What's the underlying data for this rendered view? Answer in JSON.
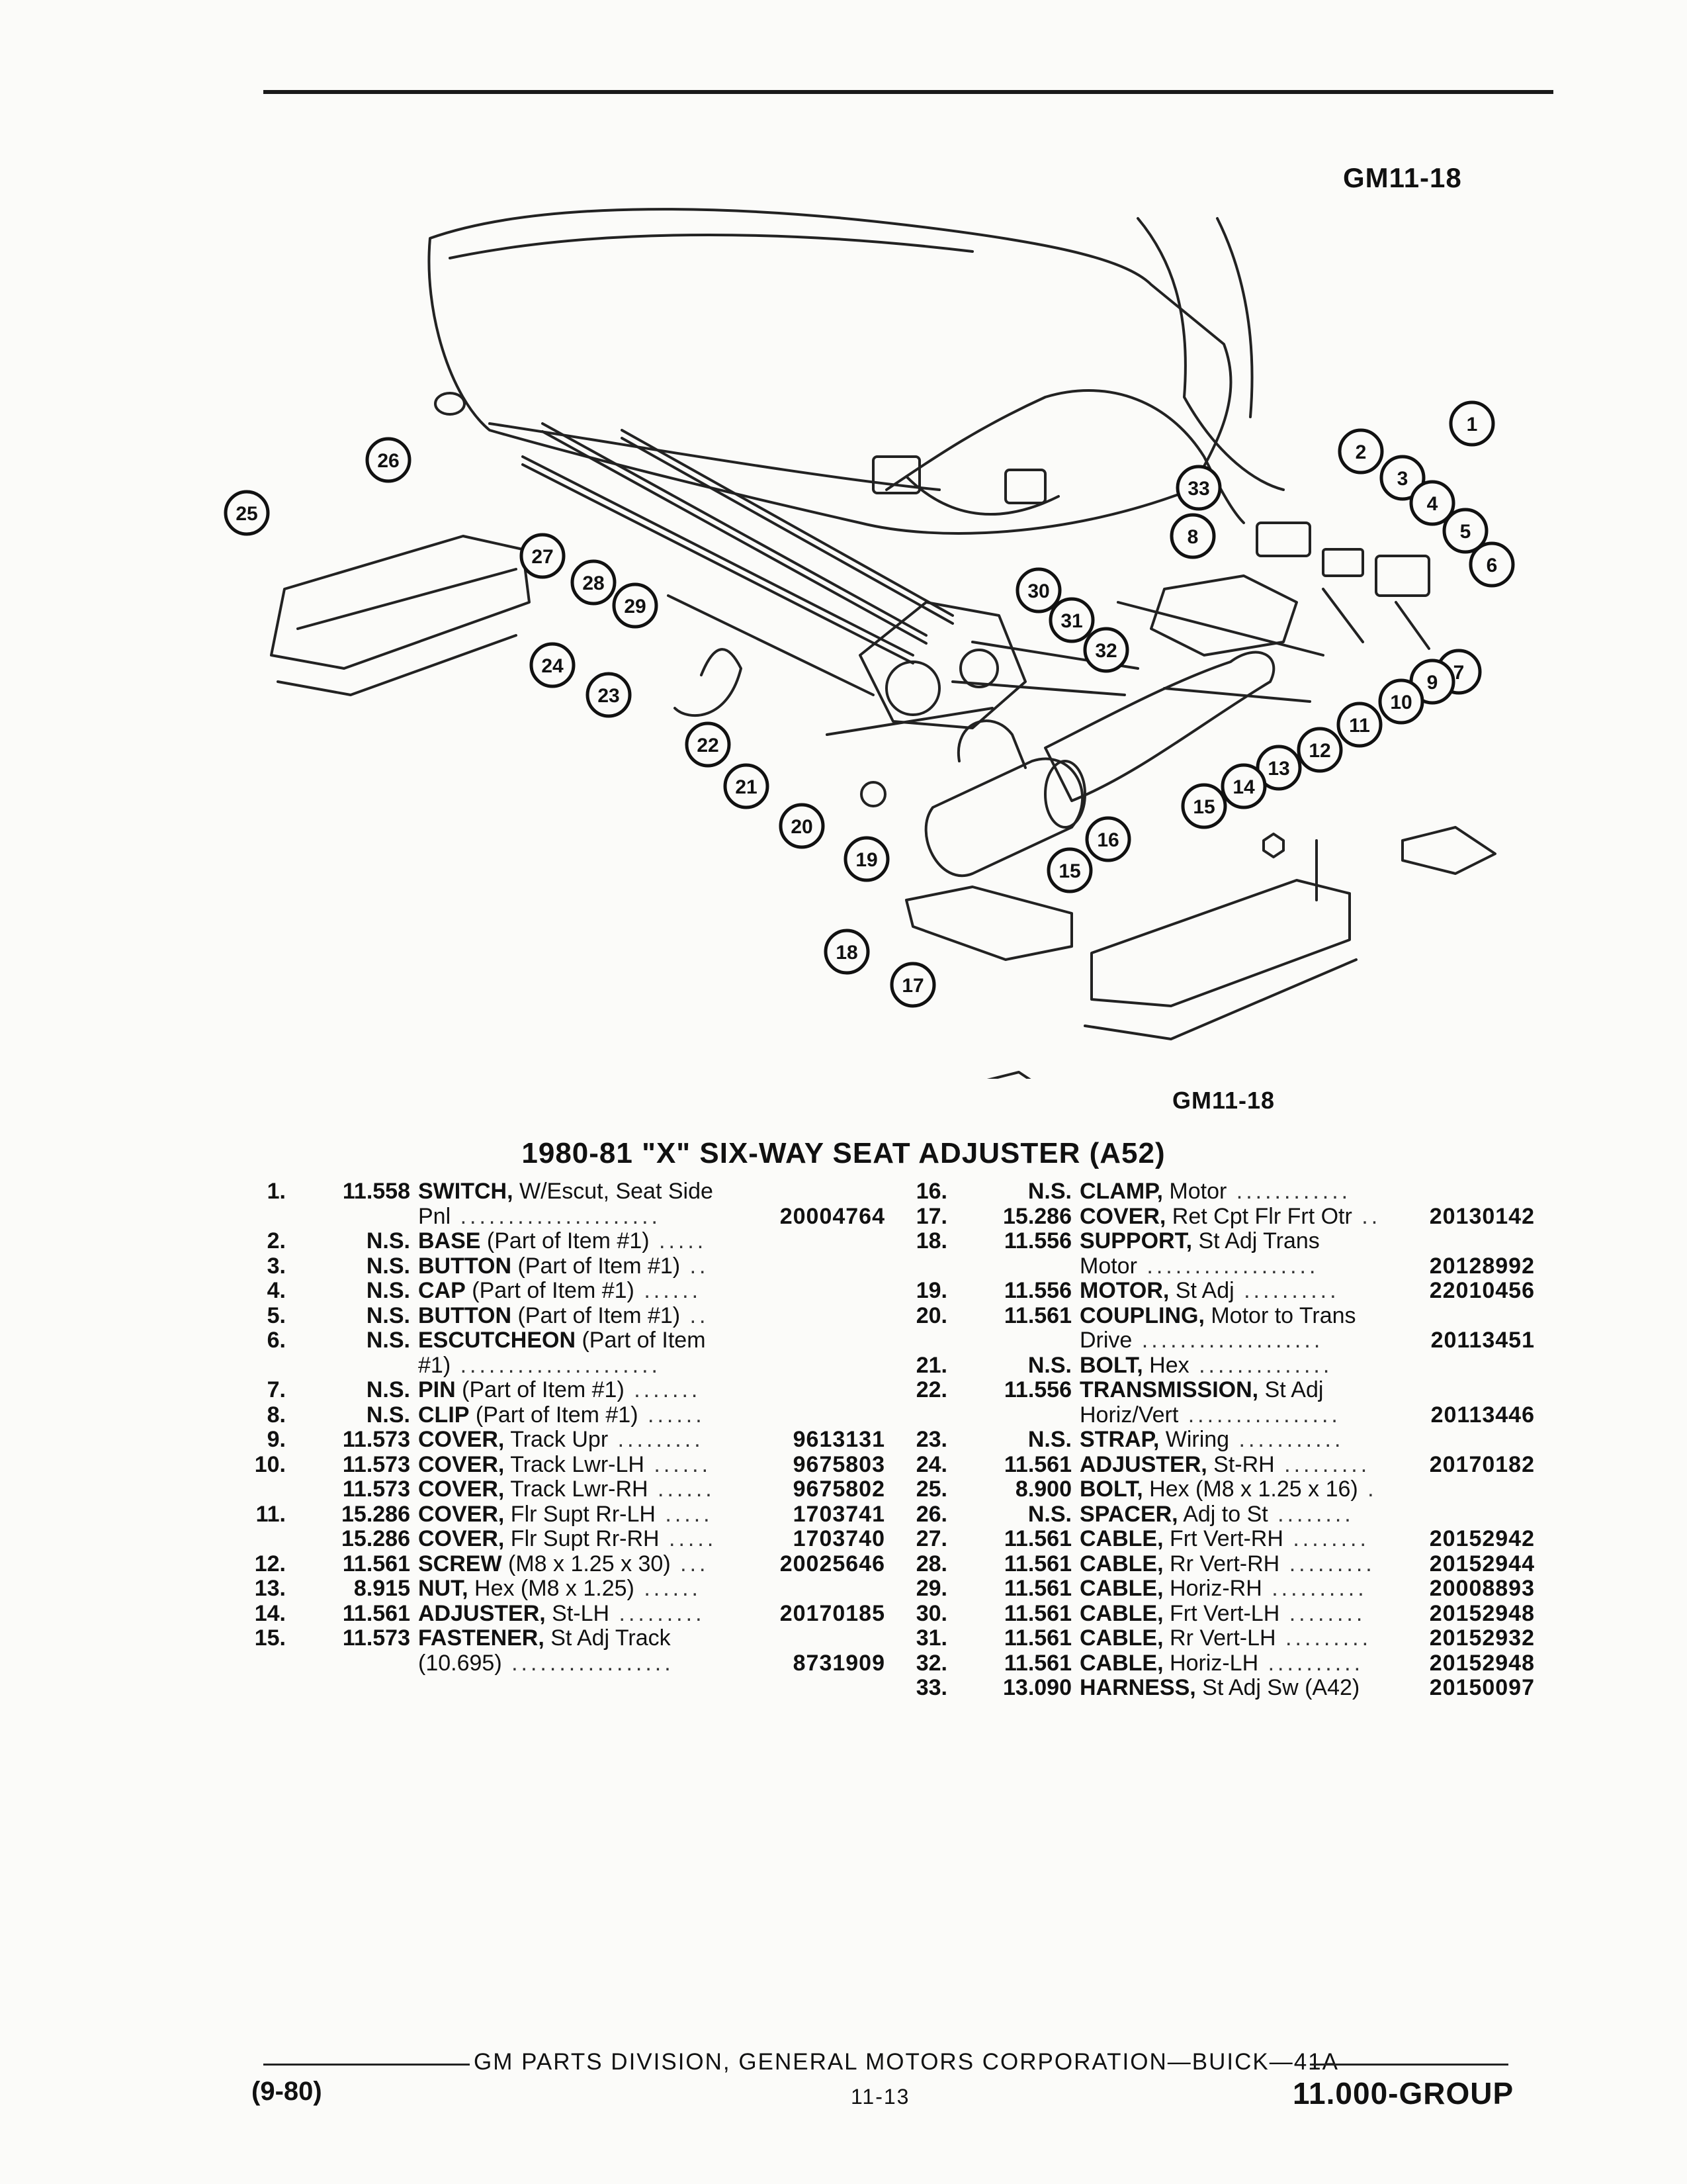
{
  "figure": {
    "code_top": "GM11-18",
    "code_bottom": "GM11-18",
    "callouts": [
      "1",
      "2",
      "3",
      "4",
      "5",
      "6",
      "7",
      "8",
      "9",
      "10",
      "11",
      "12",
      "13",
      "14",
      "15",
      "15",
      "16",
      "17",
      "18",
      "19",
      "20",
      "21",
      "22",
      "23",
      "24",
      "25",
      "26",
      "27",
      "28",
      "29",
      "30",
      "31",
      "32",
      "33"
    ]
  },
  "title": "1980-81 \"X\" SIX-WAY SEAT ADJUSTER (A52)",
  "left_items": [
    {
      "num": "1.",
      "grp": "11.558",
      "name": "SWITCH,",
      "rest": " W/Escut, Seat Side",
      "dots": "",
      "pn": ""
    },
    {
      "num": "",
      "grp": "",
      "name": "",
      "rest": "Pnl",
      "dots": " .....................",
      "pn": "20004764"
    },
    {
      "num": "2.",
      "grp": "N.S.",
      "name": "BASE",
      "rest": " (Part of Item #1)",
      "dots": " .....",
      "pn": ""
    },
    {
      "num": "3.",
      "grp": "N.S.",
      "name": "BUTTON",
      "rest": " (Part of Item #1)",
      "dots": " ..",
      "pn": ""
    },
    {
      "num": "4.",
      "grp": "N.S.",
      "name": "CAP",
      "rest": " (Part of Item #1)",
      "dots": " ......",
      "pn": ""
    },
    {
      "num": "5.",
      "grp": "N.S.",
      "name": "BUTTON",
      "rest": " (Part of Item #1)",
      "dots": " ..",
      "pn": ""
    },
    {
      "num": "6.",
      "grp": "N.S.",
      "name": "ESCUTCHEON",
      "rest": " (Part of Item",
      "dots": "",
      "pn": ""
    },
    {
      "num": "",
      "grp": "",
      "name": "",
      "rest": "#1)",
      "dots": " .....................",
      "pn": ""
    },
    {
      "num": "7.",
      "grp": "N.S.",
      "name": "PIN",
      "rest": " (Part of Item #1)",
      "dots": " .......",
      "pn": ""
    },
    {
      "num": "8.",
      "grp": "N.S.",
      "name": "CLIP",
      "rest": " (Part of Item #1)",
      "dots": " ......",
      "pn": ""
    },
    {
      "num": "9.",
      "grp": "11.573",
      "name": "COVER,",
      "rest": " Track Upr",
      "dots": " .........",
      "pn": "9613131"
    },
    {
      "num": "10.",
      "grp": "11.573",
      "name": "COVER,",
      "rest": " Track Lwr-LH",
      "dots": " ......",
      "pn": "9675803"
    },
    {
      "num": "",
      "grp": "11.573",
      "name": "COVER,",
      "rest": " Track Lwr-RH",
      "dots": " ......",
      "pn": "9675802"
    },
    {
      "num": "11.",
      "grp": "15.286",
      "name": "COVER,",
      "rest": " Flr Supt Rr-LH",
      "dots": " .....",
      "pn": "1703741"
    },
    {
      "num": "",
      "grp": "15.286",
      "name": "COVER,",
      "rest": " Flr Supt Rr-RH",
      "dots": " .....",
      "pn": "1703740"
    },
    {
      "num": "12.",
      "grp": "11.561",
      "name": "SCREW",
      "rest": " (M8 x 1.25 x 30)",
      "dots": " ...",
      "pn": "20025646"
    },
    {
      "num": "13.",
      "grp": "8.915",
      "name": "NUT,",
      "rest": " Hex (M8 x 1.25)",
      "dots": " ......",
      "pn": ""
    },
    {
      "num": "14.",
      "grp": "11.561",
      "name": "ADJUSTER,",
      "rest": " St-LH",
      "dots": " .........",
      "pn": "20170185"
    },
    {
      "num": "15.",
      "grp": "11.573",
      "name": "FASTENER,",
      "rest": " St Adj Track",
      "dots": "",
      "pn": ""
    },
    {
      "num": "",
      "grp": "",
      "name": "",
      "rest": "(10.695)",
      "dots": " .................",
      "pn": "8731909"
    }
  ],
  "right_items": [
    {
      "num": "16.",
      "grp": "N.S.",
      "name": "CLAMP,",
      "rest": " Motor",
      "dots": " ............",
      "pn": ""
    },
    {
      "num": "17.",
      "grp": "15.286",
      "name": "COVER,",
      "rest": " Ret Cpt Flr Frt Otr",
      "dots": " ..",
      "pn": "20130142"
    },
    {
      "num": "18.",
      "grp": "11.556",
      "name": "SUPPORT,",
      "rest": " St Adj Trans",
      "dots": "",
      "pn": ""
    },
    {
      "num": "",
      "grp": "",
      "name": "",
      "rest": "Motor",
      "dots": " ..................",
      "pn": "20128992"
    },
    {
      "num": "19.",
      "grp": "11.556",
      "name": "MOTOR,",
      "rest": " St Adj",
      "dots": " ..........",
      "pn": "22010456"
    },
    {
      "num": "20.",
      "grp": "11.561",
      "name": "COUPLING,",
      "rest": " Motor to Trans",
      "dots": "",
      "pn": ""
    },
    {
      "num": "",
      "grp": "",
      "name": "",
      "rest": "Drive",
      "dots": " ...................",
      "pn": "20113451"
    },
    {
      "num": "21.",
      "grp": "N.S.",
      "name": "BOLT,",
      "rest": " Hex",
      "dots": " ..............",
      "pn": ""
    },
    {
      "num": "22.",
      "grp": "11.556",
      "name": "TRANSMISSION,",
      "rest": " St Adj",
      "dots": "",
      "pn": ""
    },
    {
      "num": "",
      "grp": "",
      "name": "",
      "rest": "Horiz/Vert",
      "dots": " ................",
      "pn": "20113446"
    },
    {
      "num": "23.",
      "grp": "N.S.",
      "name": "STRAP,",
      "rest": " Wiring",
      "dots": " ...........",
      "pn": ""
    },
    {
      "num": "24.",
      "grp": "11.561",
      "name": "ADJUSTER,",
      "rest": " St-RH",
      "dots": " .........",
      "pn": "20170182"
    },
    {
      "num": "25.",
      "grp": "8.900",
      "name": "BOLT,",
      "rest": " Hex (M8 x 1.25 x 16)",
      "dots": " .",
      "pn": ""
    },
    {
      "num": "26.",
      "grp": "N.S.",
      "name": "SPACER,",
      "rest": " Adj to St",
      "dots": " ........",
      "pn": ""
    },
    {
      "num": "27.",
      "grp": "11.561",
      "name": "CABLE,",
      "rest": " Frt Vert-RH",
      "dots": " ........",
      "pn": "20152942"
    },
    {
      "num": "28.",
      "grp": "11.561",
      "name": "CABLE,",
      "rest": " Rr Vert-RH",
      "dots": " .........",
      "pn": "20152944"
    },
    {
      "num": "29.",
      "grp": "11.561",
      "name": "CABLE,",
      "rest": " Horiz-RH",
      "dots": " ..........",
      "pn": "20008893"
    },
    {
      "num": "30.",
      "grp": "11.561",
      "name": "CABLE,",
      "rest": " Frt Vert-LH",
      "dots": " ........",
      "pn": "20152948"
    },
    {
      "num": "31.",
      "grp": "11.561",
      "name": "CABLE,",
      "rest": " Rr Vert-LH",
      "dots": " .........",
      "pn": "20152932"
    },
    {
      "num": "32.",
      "grp": "11.561",
      "name": "CABLE,",
      "rest": " Horiz-LH",
      "dots": " ..........",
      "pn": "20152948"
    },
    {
      "num": "33.",
      "grp": "13.090",
      "name": "HARNESS,",
      "rest": " St Adj Sw (A42)",
      "dots": "",
      "pn": "20150097"
    }
  ],
  "footer": {
    "center": "GM PARTS DIVISION, GENERAL MOTORS CORPORATION—BUICK—41A",
    "left": "(9-80)",
    "page": "11-13",
    "right": "11.000-GROUP"
  }
}
